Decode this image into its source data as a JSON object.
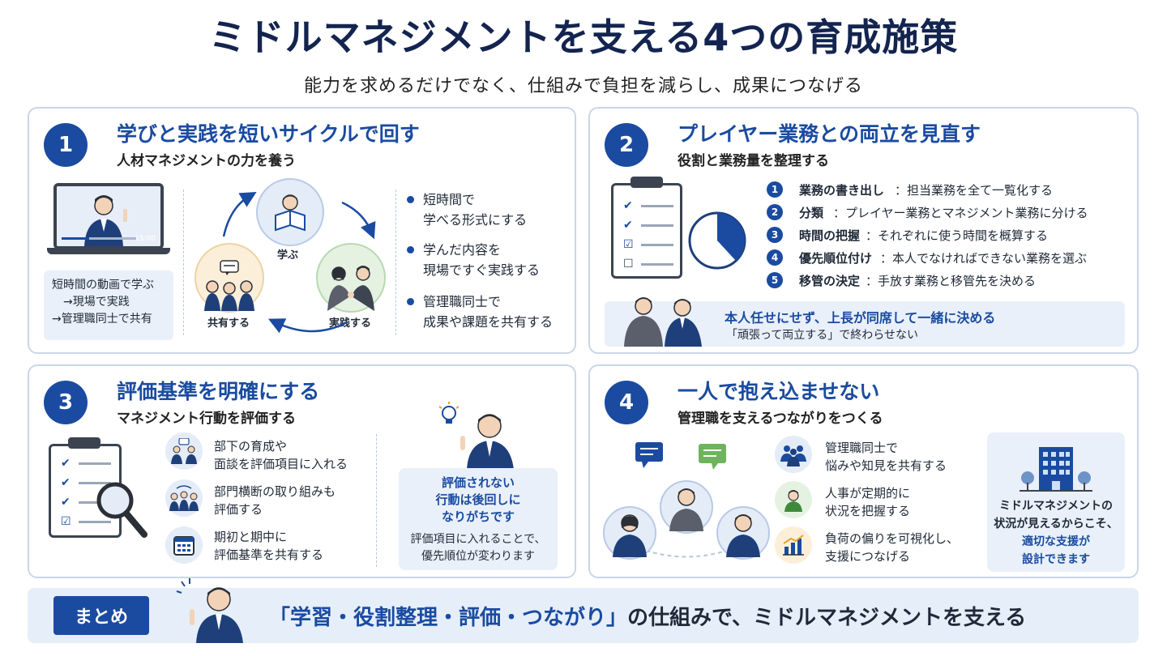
{
  "header": {
    "title": "ミドルマネジメントを支える4つの育成施策",
    "subtitle": "能力を求めるだけでなく、仕組みで負担を減らし、成果につなげる"
  },
  "card1": {
    "number": "1",
    "title": "学びと実践を短いサイクルで回す",
    "subtitle": "人材マネジメントの力を養う",
    "video_time": "15:00",
    "note_lines": [
      "短時間の動画で学ぶ",
      "→現場で実践",
      "→管理職同士で共有"
    ],
    "cycle_labels": {
      "learn": "学ぶ",
      "practice": "実践する",
      "share": "共有する"
    },
    "bullets": [
      {
        "line1": "短時間で",
        "line2": "学べる形式にする"
      },
      {
        "line1": "学んだ内容を",
        "line2": "現場ですぐ実践する"
      },
      {
        "line1": "管理職同士で",
        "line2": "成果や課題を共有する"
      }
    ]
  },
  "card2": {
    "number": "2",
    "title": "プレイヤー業務との両立を見直す",
    "subtitle": "役割と業務量を整理する",
    "steps": [
      {
        "n": "1",
        "label": "業務の書き出し",
        "desc": "：担当業務を全て一覧化する"
      },
      {
        "n": "2",
        "label": "分類",
        "desc": "：プレイヤー業務とマネジメント業務に分ける"
      },
      {
        "n": "3",
        "label": "時間の把握",
        "desc": "：それぞれに使う時間を概算する"
      },
      {
        "n": "4",
        "label": "優先順位付け",
        "desc": "：本人でなければできない業務を選ぶ"
      },
      {
        "n": "5",
        "label": "移管の決定",
        "desc": "：手放す業務と移管先を決める"
      }
    ],
    "callout_main": "本人任せにせず、上長が同席して一緒に決める",
    "callout_sub": "「頑張って両立する」で終わらせない"
  },
  "card3": {
    "number": "3",
    "title": "評価基準を明確にする",
    "subtitle": "マネジメント行動を評価する",
    "items": [
      {
        "line1": "部下の育成や",
        "line2": "面談を評価項目に入れる"
      },
      {
        "line1": "部門横断の取り組みも",
        "line2": "評価する"
      },
      {
        "line1": "期初と期中に",
        "line2": "評価基準を共有する"
      }
    ],
    "callout_main": [
      "評価されない",
      "行動は後回しに",
      "なりがちです"
    ],
    "callout_sub": [
      "評価項目に入れることで、",
      "優先順位が変わります"
    ]
  },
  "card4": {
    "number": "4",
    "title": "一人で抱え込ませない",
    "subtitle": "管理職を支えるつながりをつくる",
    "items": [
      {
        "line1": "管理職同士で",
        "line2": "悩みや知見を共有する"
      },
      {
        "line1": "人事が定期的に",
        "line2": "状況を把握する"
      },
      {
        "line1": "負荷の偏りを可視化し、",
        "line2": "支援につなげる"
      }
    ],
    "callout": [
      "ミドルマネジメントの",
      "状況が見えるからこそ、",
      "適切な支援が",
      "設計できます"
    ]
  },
  "summary": {
    "badge": "まとめ",
    "highlight": "「学習・役割整理・評価・つながり」",
    "rest": "の仕組みで、ミドルマネジメントを支える"
  },
  "colors": {
    "brand": "#1a4ba0",
    "title": "#13244f",
    "panel": "#e9f0fa",
    "border": "#c9d6ea"
  }
}
